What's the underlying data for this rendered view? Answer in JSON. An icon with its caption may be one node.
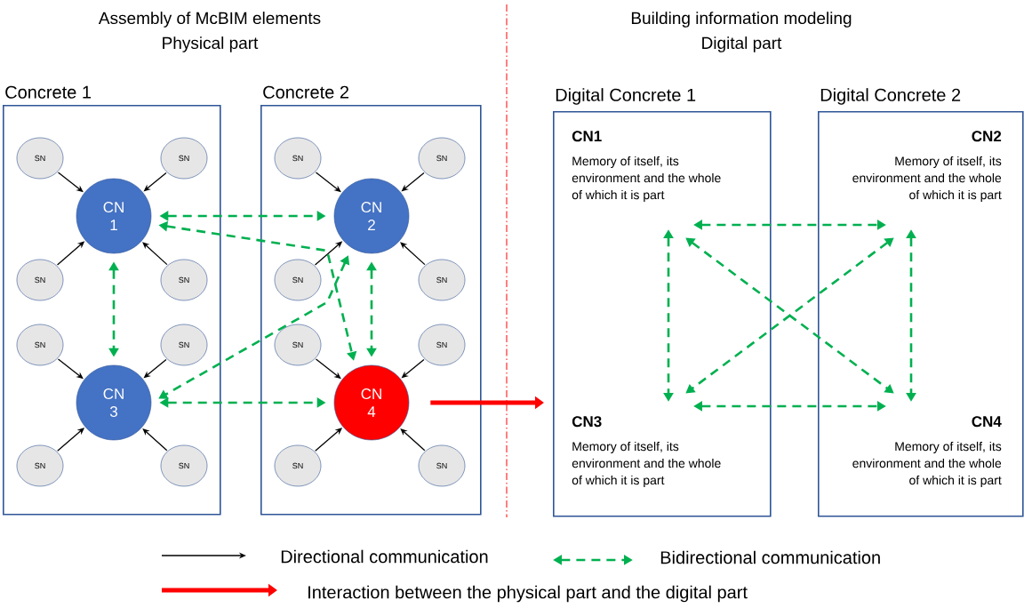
{
  "diagram": {
    "nodes": [
      {
        "text": [
          "Concrete 1"
        ]
      },
      {
        "text": [
          "SN"
        ],
        "in": 0
      },
      {
        "text": [
          "SN"
        ],
        "in": 0
      },
      {
        "text": [
          "CN 1"
        ],
        "in": 0
      },
      {
        "text": [
          "SN"
        ],
        "in": 0
      },
      {
        "text": [
          "SN"
        ],
        "in": 0
      },
      {
        "text": [
          "SN"
        ],
        "in": 0
      },
      {
        "text": [
          "SN"
        ],
        "in": 0
      },
      {
        "text": [
          "CN 3"
        ],
        "in": 0
      },
      {
        "text": [
          "SN"
        ],
        "in": 0
      },
      {
        "text": [
          "SN"
        ],
        "in": 0
      },
      {
        "text": [
          "Concrete 2"
        ]
      },
      {
        "text": [
          "SN"
        ],
        "in": 11
      },
      {
        "text": [
          "SN"
        ],
        "in": 11
      },
      {
        "text": [
          "CN 2"
        ],
        "in": 11
      },
      {
        "text": [
          "SN"
        ],
        "in": 11
      },
      {
        "text": [
          "SN"
        ],
        "in": 11
      },
      {
        "text": [
          "SN"
        ],
        "in": 11
      },
      {
        "text": [
          "SN"
        ],
        "in": 11
      },
      {
        "text": [
          "CN 4"
        ],
        "in": 11
      },
      {
        "text": [
          "SN"
        ],
        "in": 11
      },
      {
        "text": [
          "SN"
        ],
        "in": 11
      },
      {
        "text": [
          "Digital Concrete 1"
        ]
      },
      {
        "text": [
          "CN1",
          "Memory of itself, its environment and the whole of which it is part"
        ],
        "in": 22
      },
      {
        "text": [
          "CN3",
          "Memory of itself, its environment and the whole of which it is part"
        ],
        "in": 22
      },
      {
        "text": [
          "Digital Concrete 2"
        ]
      },
      {
        "text": [
          "CN2",
          "Memory of itself, its environment and the whole of which it is part"
        ],
        "in": 25
      },
      {
        "text": [
          "CN4",
          "Memory of itself, its environment and the whole of which it is part"
        ],
        "in": 25
      }
    ],
    "edges": [
      {
        "from": 1,
        "to": 3,
        "arrow": "to"
      },
      {
        "from": 2,
        "to": 3,
        "arrow": "to"
      },
      {
        "from": 4,
        "to": 3,
        "arrow": "to"
      },
      {
        "from": 5,
        "to": 3,
        "arrow": "to"
      },
      {
        "from": 6,
        "to": 8,
        "arrow": "to"
      },
      {
        "from": 7,
        "to": 8,
        "arrow": "to"
      },
      {
        "from": 9,
        "to": 8,
        "arrow": "to"
      },
      {
        "from": 10,
        "to": 8,
        "arrow": "to"
      },
      {
        "from": 12,
        "to": 14,
        "arrow": "to"
      },
      {
        "from": 13,
        "to": 14,
        "arrow": "to"
      },
      {
        "from": 15,
        "to": 14,
        "arrow": "to"
      },
      {
        "from": 16,
        "to": 14,
        "arrow": "to"
      },
      {
        "from": 17,
        "to": 19,
        "arrow": "to"
      },
      {
        "from": 18,
        "to": 19,
        "arrow": "to"
      },
      {
        "from": 20,
        "to": 19,
        "arrow": "to"
      },
      {
        "from": 21,
        "to": 19,
        "arrow": "to"
      },
      {
        "from": 3,
        "to": 14,
        "arrow": "both",
        "style": "dashed",
        "color": "#00b050"
      },
      {
        "from": 3,
        "to": 8,
        "arrow": "both",
        "style": "dashed",
        "color": "#00b050"
      },
      {
        "from": 3,
        "to": 19,
        "arrow": "both",
        "style": "dashed",
        "color": "#00b050"
      },
      {
        "from": 14,
        "to": 8,
        "arrow": "both",
        "style": "dashed",
        "color": "#00b050"
      },
      {
        "from": 14,
        "to": 19,
        "arrow": "both",
        "style": "dashed",
        "color": "#00b050"
      },
      {
        "from": 8,
        "to": 19,
        "arrow": "both",
        "style": "dashed",
        "color": "#00b050"
      },
      {
        "from": 23,
        "to": 26,
        "arrow": "both",
        "style": "dashed",
        "color": "#00b050"
      },
      {
        "from": 23,
        "to": 24,
        "arrow": "both",
        "style": "dashed",
        "color": "#00b050"
      },
      {
        "from": 23,
        "to": 27,
        "arrow": "both",
        "style": "dashed",
        "color": "#00b050"
      },
      {
        "from": 26,
        "to": 24,
        "arrow": "both",
        "style": "dashed",
        "color": "#00b050"
      },
      {
        "from": 26,
        "to": 27,
        "arrow": "both",
        "style": "dashed",
        "color": "#00b050"
      },
      {
        "from": 24,
        "to": 27,
        "arrow": "both",
        "style": "dashed",
        "color": "#00b050"
      },
      {
        "from": 19,
        "to": 22,
        "arrow": "to",
        "style": "thick",
        "color": "#ff0000"
      }
    ],
    "labels": [
      "Assembly of McBIM elements",
      "Physical part",
      "Building information modeling",
      "Digital part"
    ],
    "legend": [
      {
        "text": "Directional communication"
      },
      {
        "text": "Bidirectional communication"
      },
      {
        "text": "Interaction between the physical part and the digital part"
      }
    ]
  }
}
